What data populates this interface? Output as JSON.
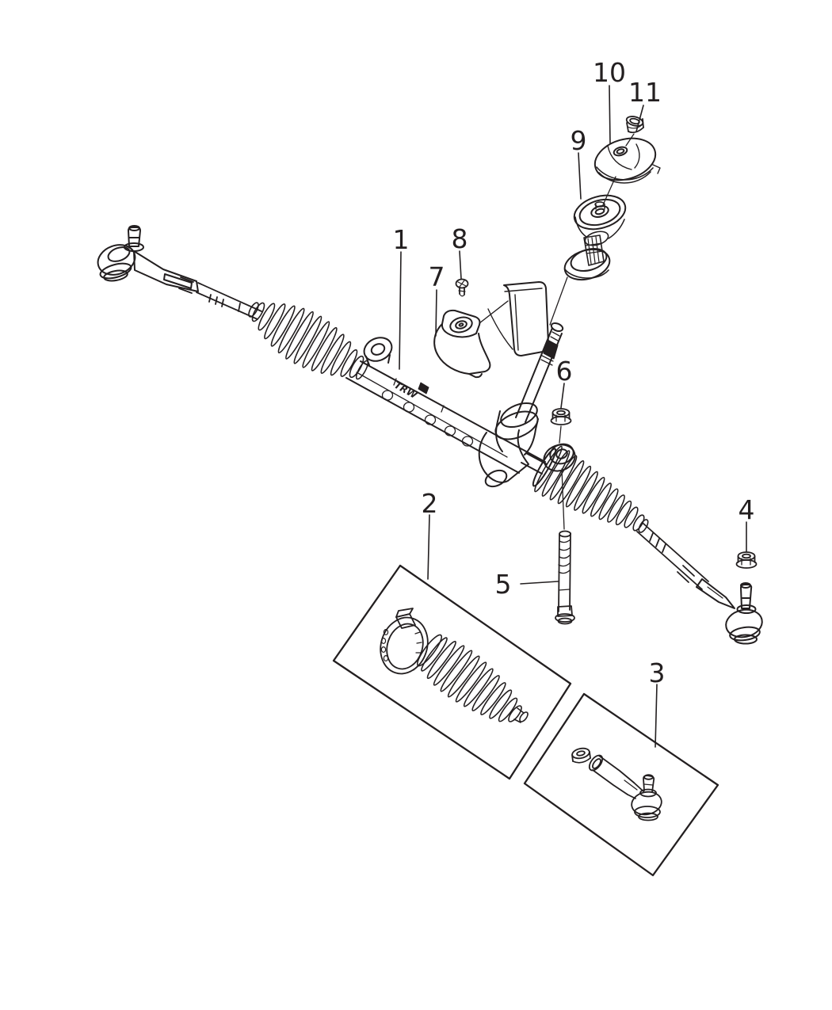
{
  "diagram": {
    "background_color": "#ffffff",
    "line_color": "#231f20",
    "brand_marking": "TRW",
    "callouts": [
      {
        "label": "1"
      },
      {
        "label": "2"
      },
      {
        "label": "3"
      },
      {
        "label": "4"
      },
      {
        "label": "5"
      },
      {
        "label": "6"
      },
      {
        "label": "7"
      },
      {
        "label": "8"
      },
      {
        "label": "9"
      },
      {
        "label": "10"
      },
      {
        "label": "11"
      }
    ]
  }
}
